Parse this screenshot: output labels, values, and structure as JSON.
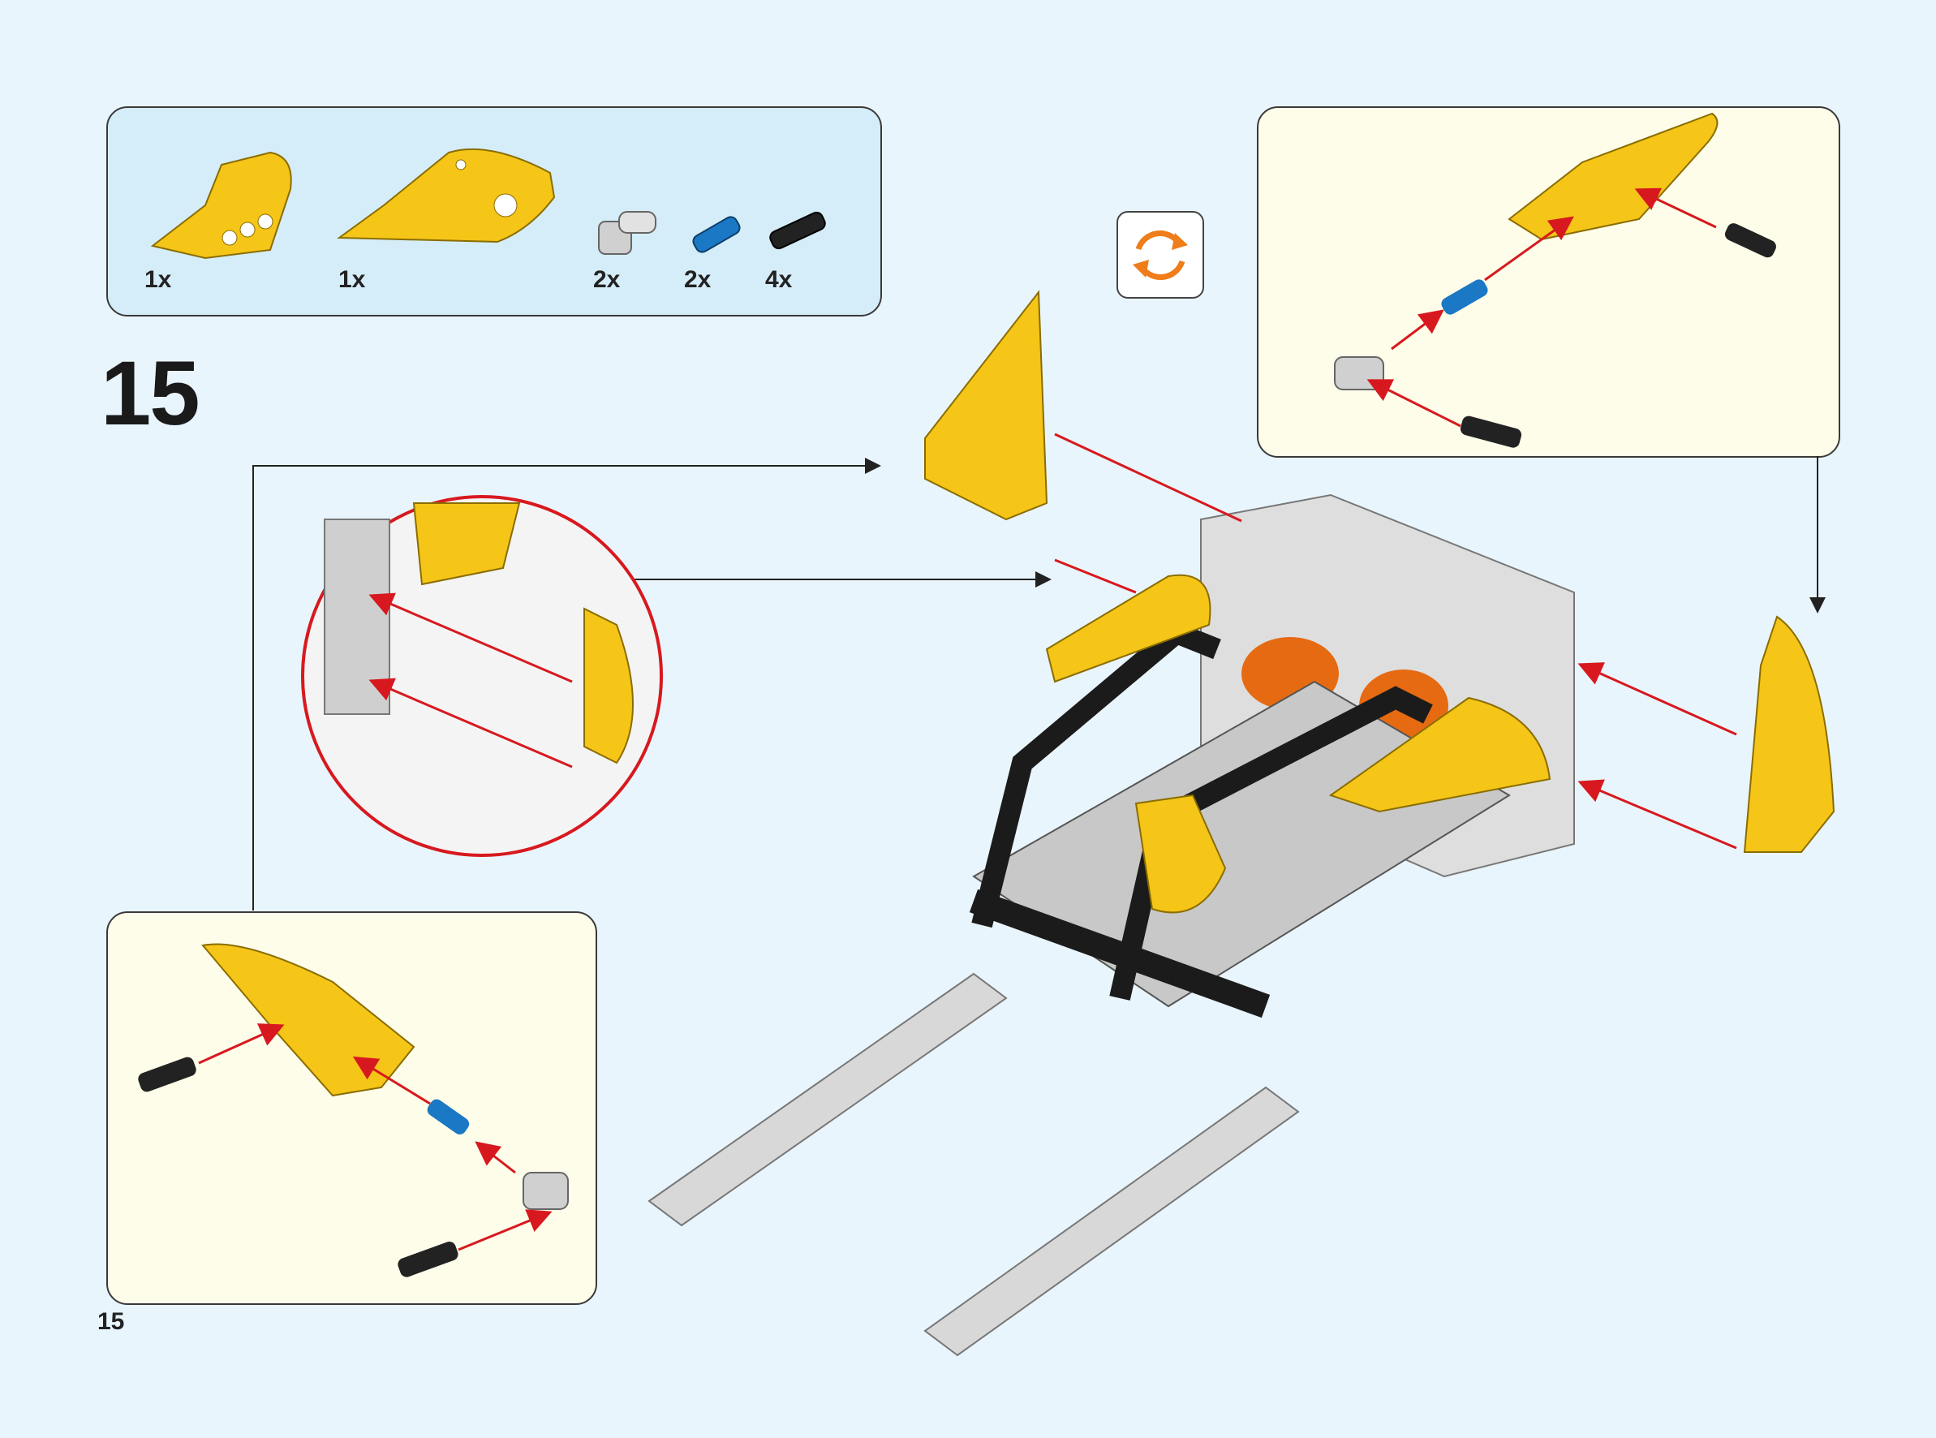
{
  "step_number": "15",
  "page_number": "15",
  "parts_list": [
    {
      "name": "yellow-panel-small",
      "qty": "1x"
    },
    {
      "name": "yellow-panel-large",
      "qty": "1x"
    },
    {
      "name": "gray-axle-pin-connector",
      "qty": "2x"
    },
    {
      "name": "blue-axle-pin",
      "qty": "2x"
    },
    {
      "name": "black-friction-pin",
      "qty": "4x"
    }
  ],
  "colors": {
    "background": "#e9f5fc",
    "parts_box": "#d5edf8",
    "sub_box": "#fefde9",
    "arrow": "#d7191f",
    "yellow": "#f5c518",
    "rotate": "#ef7d1a"
  },
  "icons": {
    "rotate": "rotate-model-icon"
  }
}
